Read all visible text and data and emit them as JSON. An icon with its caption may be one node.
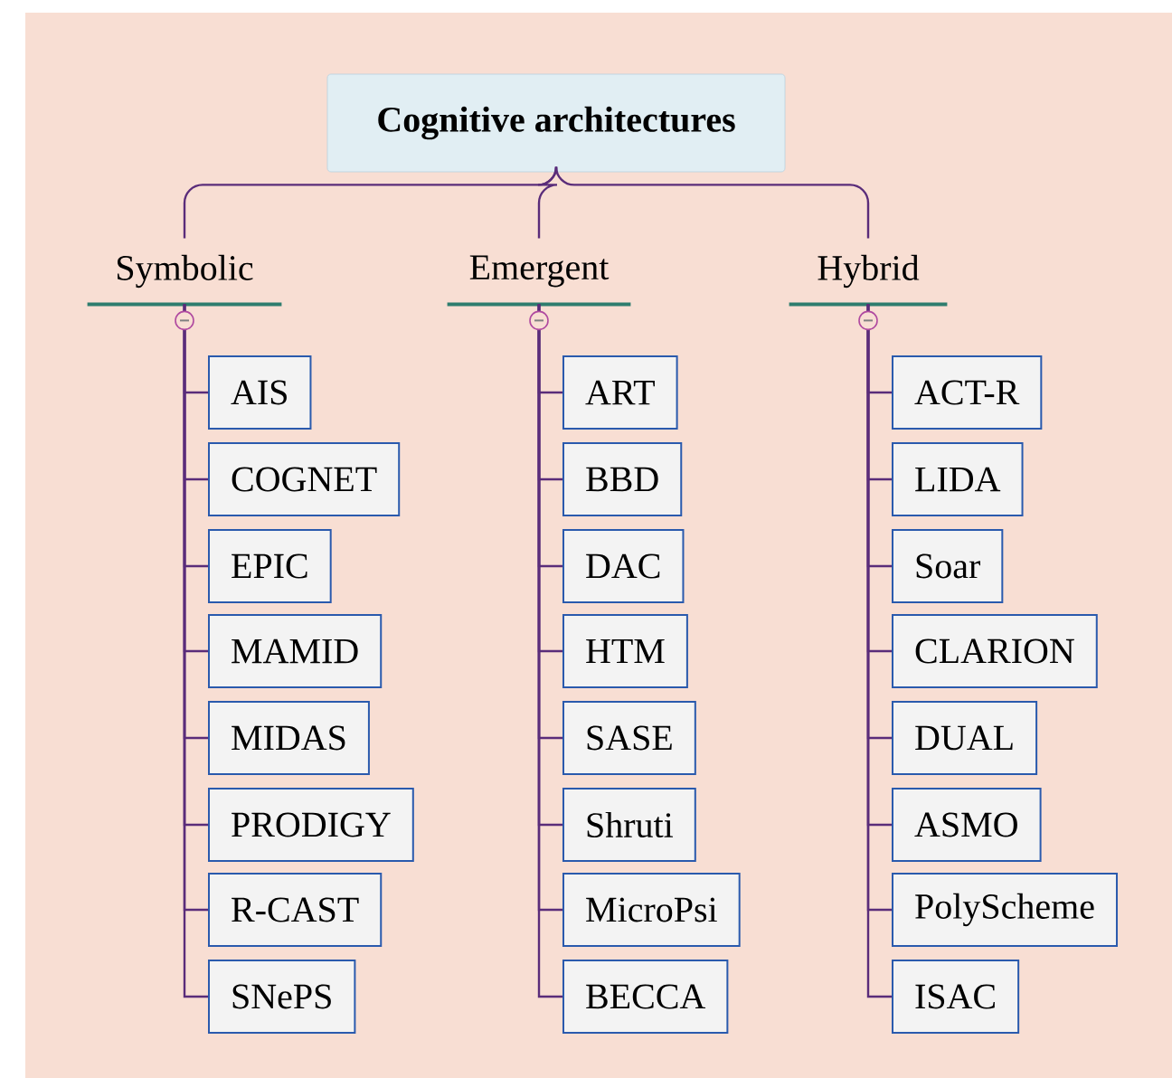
{
  "diagram": {
    "nodes": [
      {
        "text": [
          "Cognitive architectures"
        ]
      },
      {
        "text": [
          "Symbolic"
        ]
      },
      {
        "text": [
          "AIS"
        ]
      },
      {
        "text": [
          "COGNET"
        ]
      },
      {
        "text": [
          "EPIC"
        ]
      },
      {
        "text": [
          "MAMID"
        ]
      },
      {
        "text": [
          "MIDAS"
        ]
      },
      {
        "text": [
          "PRODIGY"
        ]
      },
      {
        "text": [
          "R-CAST"
        ]
      },
      {
        "text": [
          "SNePS"
        ]
      },
      {
        "text": [
          "Emergent"
        ]
      },
      {
        "text": [
          "ART"
        ]
      },
      {
        "text": [
          "BBD"
        ]
      },
      {
        "text": [
          "DAC"
        ]
      },
      {
        "text": [
          "HTM"
        ]
      },
      {
        "text": [
          "SASE"
        ]
      },
      {
        "text": [
          "Shruti"
        ]
      },
      {
        "text": [
          "MicroPsi"
        ]
      },
      {
        "text": [
          "BECCA"
        ]
      },
      {
        "text": [
          "Hybrid"
        ]
      },
      {
        "text": [
          "ACT-R"
        ]
      },
      {
        "text": [
          "LIDA"
        ]
      },
      {
        "text": [
          "Soar"
        ]
      },
      {
        "text": [
          "CLARION"
        ]
      },
      {
        "text": [
          "DUAL"
        ]
      },
      {
        "text": [
          "ASMO"
        ]
      },
      {
        "text": [
          "PolyScheme"
        ]
      },
      {
        "text": [
          "ISAC"
        ]
      }
    ],
    "edges": [
      {
        "from": 0,
        "to": 1,
        "arrow": "none"
      },
      {
        "from": 0,
        "to": 10,
        "arrow": "none"
      },
      {
        "from": 0,
        "to": 19,
        "arrow": "none"
      },
      {
        "from": 1,
        "to": 2,
        "arrow": "none"
      },
      {
        "from": 1,
        "to": 3,
        "arrow": "none"
      },
      {
        "from": 1,
        "to": 4,
        "arrow": "none"
      },
      {
        "from": 1,
        "to": 5,
        "arrow": "none"
      },
      {
        "from": 1,
        "to": 6,
        "arrow": "none"
      },
      {
        "from": 1,
        "to": 7,
        "arrow": "none"
      },
      {
        "from": 1,
        "to": 8,
        "arrow": "none"
      },
      {
        "from": 1,
        "to": 9,
        "arrow": "none"
      },
      {
        "from": 10,
        "to": 11,
        "arrow": "none"
      },
      {
        "from": 10,
        "to": 12,
        "arrow": "none"
      },
      {
        "from": 10,
        "to": 13,
        "arrow": "none"
      },
      {
        "from": 10,
        "to": 14,
        "arrow": "none"
      },
      {
        "from": 10,
        "to": 15,
        "arrow": "none"
      },
      {
        "from": 10,
        "to": 16,
        "arrow": "none"
      },
      {
        "from": 10,
        "to": 17,
        "arrow": "none"
      },
      {
        "from": 10,
        "to": 18,
        "arrow": "none"
      },
      {
        "from": 19,
        "to": 20,
        "arrow": "none"
      },
      {
        "from": 19,
        "to": 21,
        "arrow": "none"
      },
      {
        "from": 19,
        "to": 22,
        "arrow": "none"
      },
      {
        "from": 19,
        "to": 23,
        "arrow": "none"
      },
      {
        "from": 19,
        "to": 24,
        "arrow": "none"
      },
      {
        "from": 19,
        "to": 25,
        "arrow": "none"
      },
      {
        "from": 19,
        "to": 26,
        "arrow": "none"
      },
      {
        "from": 19,
        "to": 27,
        "arrow": "none"
      }
    ]
  }
}
